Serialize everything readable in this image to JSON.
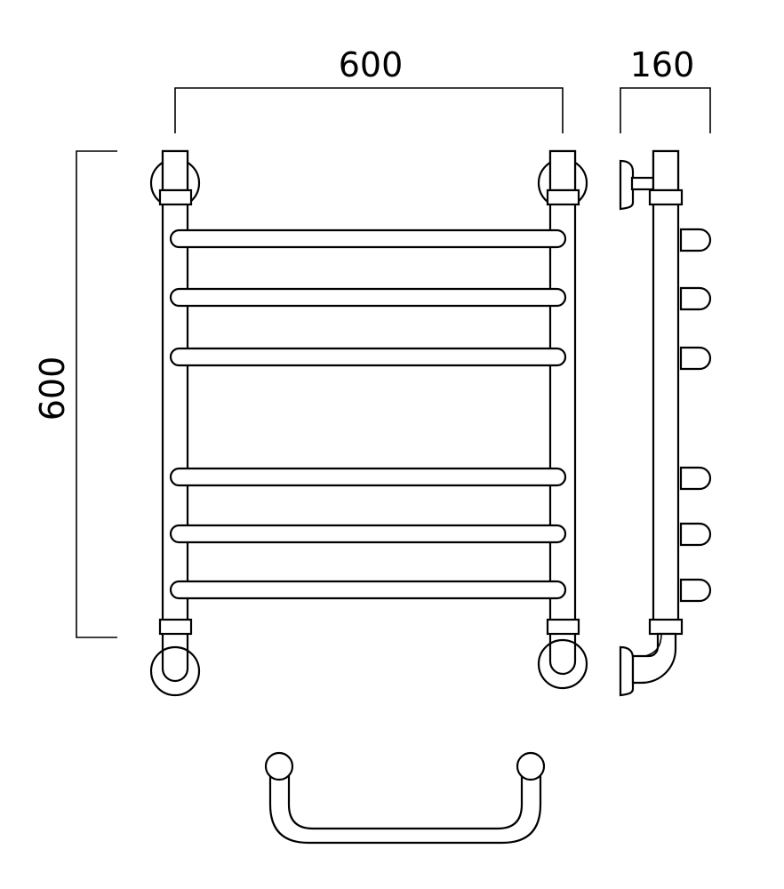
{
  "dimensions": {
    "front_width": "600",
    "height": "600",
    "side_depth": "160"
  },
  "diagram": {
    "rung_count": 6
  }
}
